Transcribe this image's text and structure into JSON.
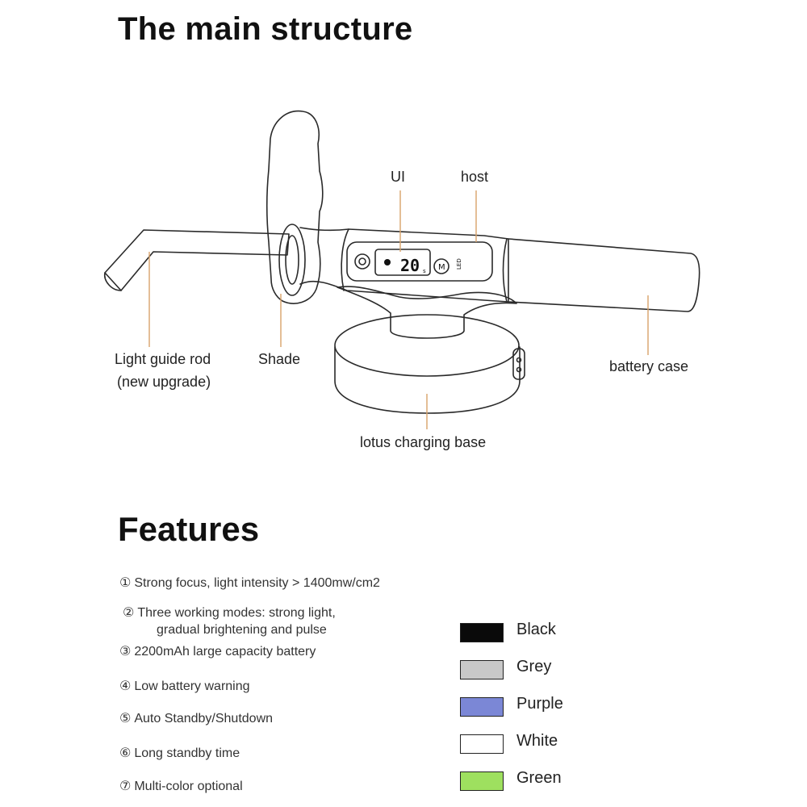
{
  "heading_structure": "The main structure",
  "heading_features": "Features",
  "diagram": {
    "labels": {
      "ui": "UI",
      "host": "host",
      "light_guide_line1": "Light guide rod",
      "light_guide_line2": "(new upgrade)",
      "shade": "Shade",
      "battery_case": "battery case",
      "charging_base": "lotus charging base"
    },
    "screen": {
      "digits": "20",
      "unit": "s",
      "mode": "M",
      "led": "LED"
    },
    "leader_color": "#d9a36a"
  },
  "features": [
    {
      "num": "①",
      "text": "Strong focus, light intensity > 1400mw/cm2"
    },
    {
      "num": "②",
      "text": "Three working modes: strong light,",
      "text2": "gradual brightening and pulse"
    },
    {
      "num": "③",
      "text": "2200mAh large capacity battery"
    },
    {
      "num": "④",
      "text": "Low battery warning"
    },
    {
      "num": "⑤",
      "text": "Auto Standby/Shutdown"
    },
    {
      "num": "⑥",
      "text": "Long standby time"
    },
    {
      "num": "⑦",
      "text": "Multi-color optional"
    }
  ],
  "colors": [
    {
      "name": "Black",
      "hex": "#0a0a0a"
    },
    {
      "name": "Grey",
      "hex": "#c8c8c8"
    },
    {
      "name": "Purple",
      "hex": "#7b87d6"
    },
    {
      "name": "White",
      "hex": "#ffffff"
    },
    {
      "name": "Green",
      "hex": "#9ee05f"
    }
  ]
}
